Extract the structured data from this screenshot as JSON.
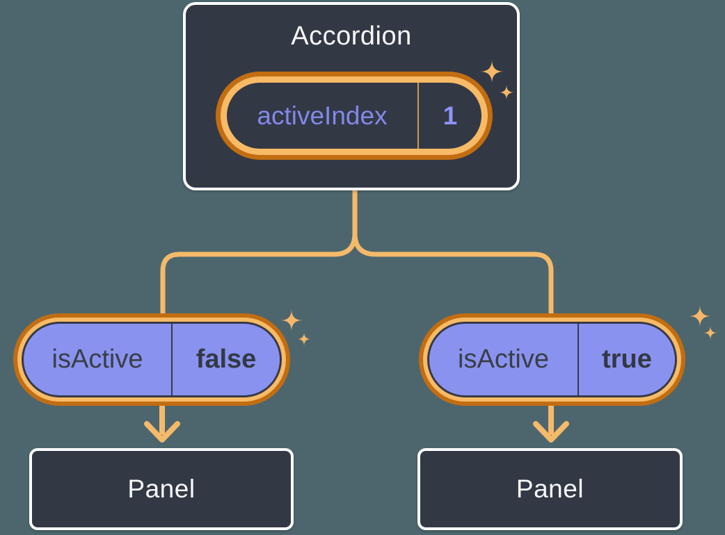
{
  "diagram": {
    "description": "Component tree diagram: Accordion holds activeIndex state, passes isActive to two Panels"
  },
  "colors": {
    "background": "#4d666e",
    "node_fill": "#333845",
    "node_border": "#ffffff",
    "node_text": "#f7f8fa",
    "ring_orange_dark": "#c26d12",
    "ring_orange_light": "#f7ba66",
    "connector_orange": "#f5ba69",
    "sparkle_orange": "#f6b767",
    "state_divider_orange": "#cf9a4b",
    "purple_fill": "#8a92f0",
    "purple_text": "#8289e8",
    "purple_value_text": "#8d95f7",
    "dark_text_on_purple": "#393e47"
  },
  "accordion": {
    "title": "Accordion",
    "state": {
      "label": "activeIndex",
      "value": "1"
    }
  },
  "children": [
    {
      "prop": {
        "label": "isActive",
        "value": "false"
      },
      "panel": {
        "title": "Panel"
      }
    },
    {
      "prop": {
        "label": "isActive",
        "value": "true"
      },
      "panel": {
        "title": "Panel"
      }
    }
  ]
}
